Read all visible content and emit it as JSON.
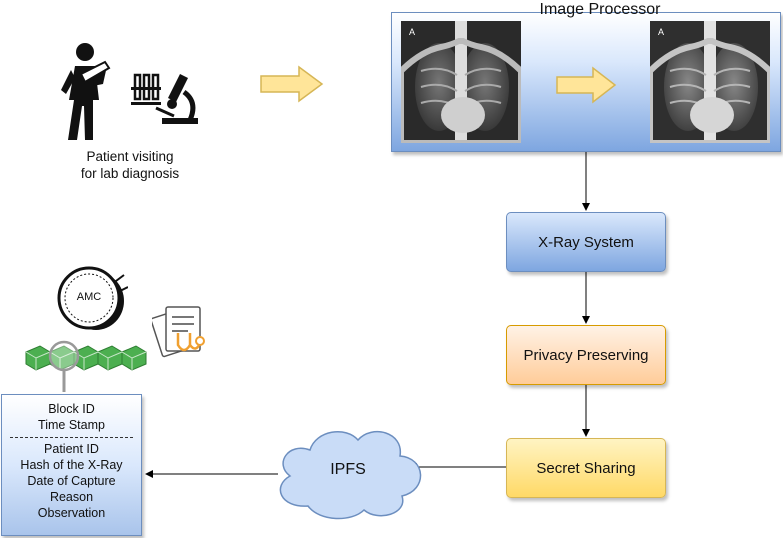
{
  "patient": {
    "caption_line1": "Patient visiting",
    "caption_line2": "for lab diagnosis"
  },
  "image_processor": {
    "title": "Image Processor"
  },
  "steps": {
    "xray_system": "X-Ray System",
    "privacy": "Privacy Preserving",
    "secret_sharing": "Secret Sharing"
  },
  "ipfs": {
    "label": "IPFS"
  },
  "coin": {
    "label": "AMC"
  },
  "block": {
    "header": [
      "Block ID",
      "Time Stamp"
    ],
    "fields": [
      "Patient ID",
      "Hash of the X-Ray",
      "Date of Capture",
      "Reason",
      "Observation"
    ]
  },
  "colors": {
    "arrow_fill": "#ffe599",
    "arrow_stroke": "#d6b656",
    "chain_green": "#4caf50",
    "cloud_fill": "#c9dcf7",
    "cloud_stroke": "#6c8ebf",
    "clipboard_accent": "#f0a030"
  }
}
